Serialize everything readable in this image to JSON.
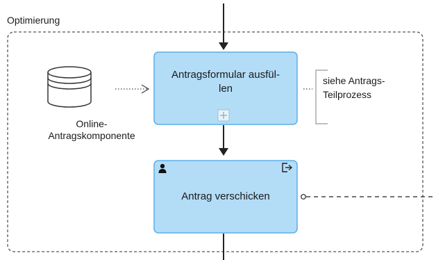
{
  "group": {
    "label": "Optimierung"
  },
  "tasks": [
    {
      "line1": "Antragsformular ausfül-",
      "line2": "len",
      "marker": "+"
    },
    {
      "label": "Antrag verschicken"
    }
  ],
  "datastore": {
    "line1": "Online-",
    "line2": "Antragskomponente"
  },
  "annotation": {
    "line1": "siehe Antrags-",
    "line2": "Teilprozess"
  },
  "colors": {
    "task_fill": "#b3dcf7",
    "task_stroke": "#5aaee8",
    "line": "#222222",
    "marker": "#999999"
  },
  "icons": {
    "task2_left": "user-icon",
    "task2_right": "send-message-icon"
  }
}
